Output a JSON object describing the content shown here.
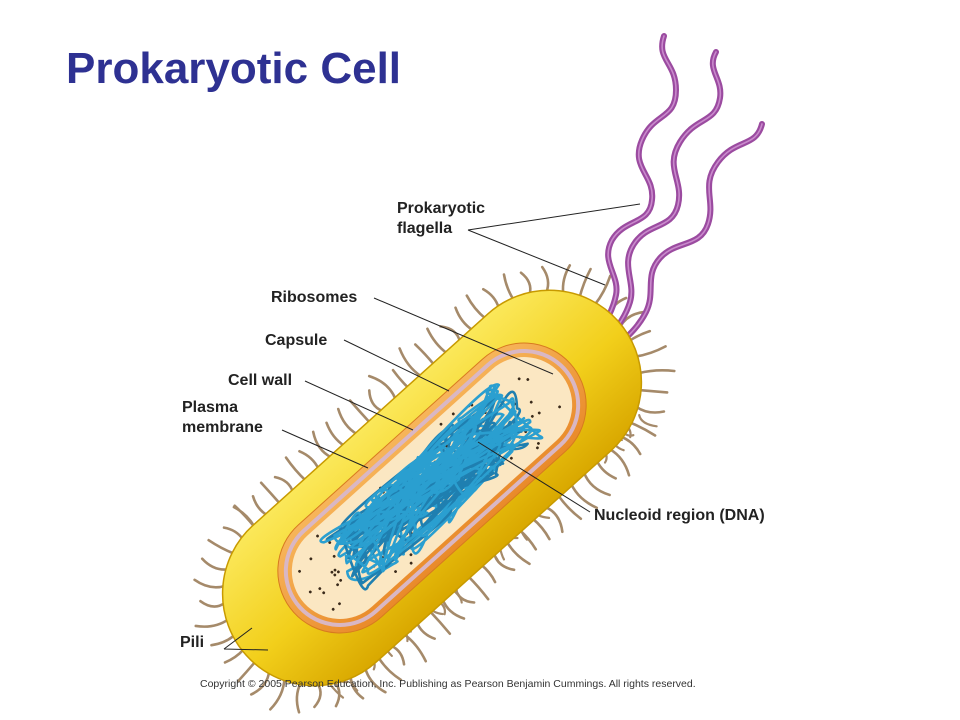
{
  "title": "Prokaryotic Cell",
  "labels": {
    "flagella": [
      "Prokaryotic",
      "flagella"
    ],
    "ribosomes": "Ribosomes",
    "capsule": "Capsule",
    "cell_wall": "Cell wall",
    "plasma_membrane": [
      "Plasma",
      "membrane"
    ],
    "nucleoid": "Nucleoid region (DNA)",
    "pili": "Pili"
  },
  "copyright": "Copyright © 2005 Pearson Education, Inc. Publishing as Pearson Benjamin Cummings. All rights reserved.",
  "colors": {
    "title": "#2e3192",
    "capsule": "#f2cf1b",
    "cell_wall": "#ef9a3a",
    "membrane": "#d9b7c4",
    "cytoplasm": "#fbe7c2",
    "dna": "#2a9fd0",
    "flagella": "#9b4ba0",
    "pili": "#a58a6a"
  }
}
